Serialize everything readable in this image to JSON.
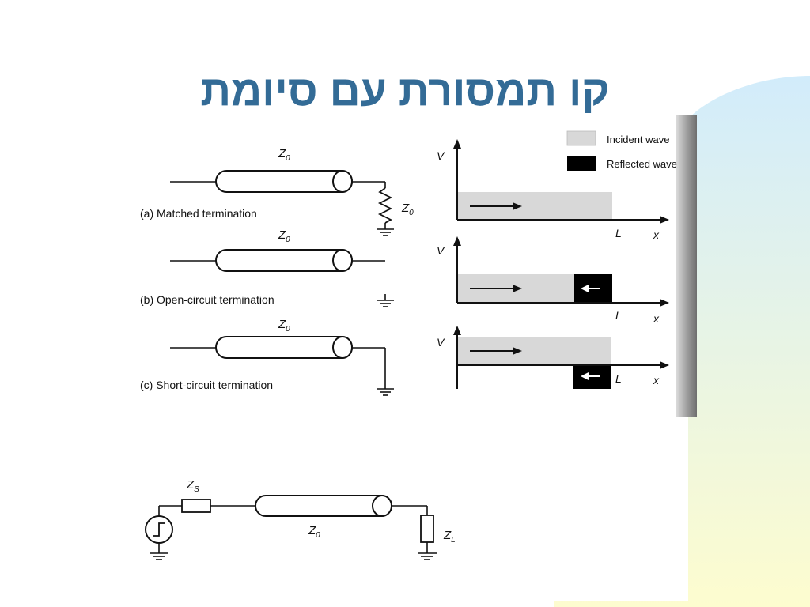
{
  "slide": {
    "title": "קו תמסורת עם סיומת"
  },
  "colors": {
    "title": "#336b96",
    "incident": "#d8d8d8",
    "reflected": "#000000",
    "accent_shape": "#cfe9fb",
    "background_fade": "#fdfccf"
  },
  "legend": {
    "incident": "Incident wave",
    "reflected": "Reflected wave"
  },
  "circuits": {
    "a": {
      "caption": "(a) Matched termination",
      "z": "Z",
      "sub": "0",
      "load_z": "Z",
      "load_sub": "0"
    },
    "b": {
      "caption": "(b) Open-circuit termination",
      "z": "Z",
      "sub": "0"
    },
    "c": {
      "caption": "(c) Short-circuit termination",
      "z": "Z",
      "sub": "0"
    }
  },
  "plots": {
    "v_label": "V",
    "l_label": "L",
    "x_label": "x"
  },
  "bottom_circuit": {
    "zs": "Z",
    "zs_sub": "S",
    "z0": "Z",
    "z0_sub": "0",
    "zl": "Z",
    "zl_sub": "L"
  }
}
